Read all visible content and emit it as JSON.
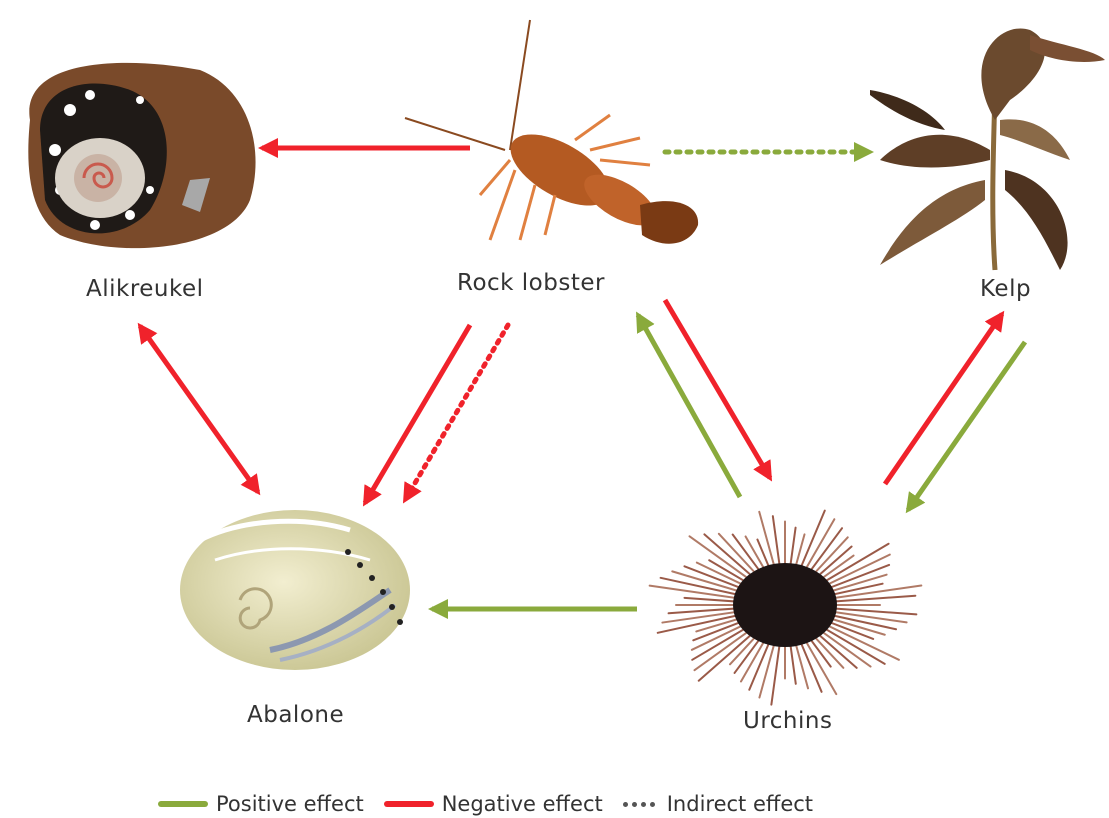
{
  "nodes": {
    "alikreukel": "Alikreukel",
    "rock_lobster": "Rock lobster",
    "kelp": "Kelp",
    "abalone": "Abalone",
    "urchins": "Urchins"
  },
  "legend": {
    "positive": "Positive effect",
    "negative": "Negative effect",
    "indirect": "Indirect effect"
  },
  "colors": {
    "positive": "#8aaa3c",
    "negative": "#f0222b",
    "indirect": "#555555"
  },
  "edges": [
    {
      "from": "rock_lobster",
      "to": "alikreukel",
      "effect": "negative",
      "indirect": false
    },
    {
      "from": "rock_lobster",
      "to": "kelp",
      "effect": "positive",
      "indirect": true
    },
    {
      "from": "alikreukel",
      "to": "abalone",
      "effect": "negative",
      "indirect": false,
      "bidirectional": true
    },
    {
      "from": "rock_lobster",
      "to": "abalone",
      "effect": "negative",
      "indirect": false
    },
    {
      "from": "rock_lobster",
      "to": "abalone",
      "effect": "negative",
      "indirect": true
    },
    {
      "from": "rock_lobster",
      "to": "urchins",
      "effect": "negative",
      "indirect": false
    },
    {
      "from": "urchins",
      "to": "rock_lobster",
      "effect": "positive",
      "indirect": false
    },
    {
      "from": "urchins",
      "to": "kelp",
      "effect": "negative",
      "indirect": false
    },
    {
      "from": "kelp",
      "to": "urchins",
      "effect": "positive",
      "indirect": false
    },
    {
      "from": "urchins",
      "to": "abalone",
      "effect": "positive",
      "indirect": false
    }
  ]
}
